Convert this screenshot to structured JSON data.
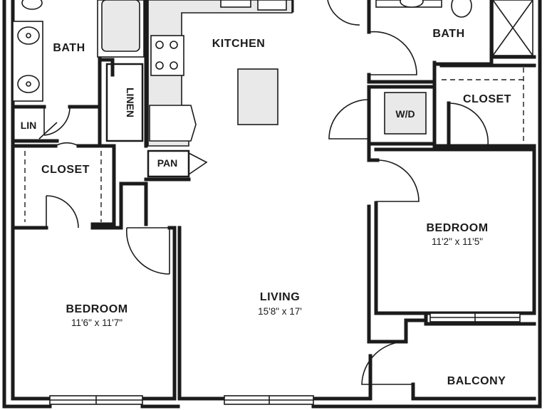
{
  "rooms": {
    "bath_left": "BATH",
    "bath_right": "BATH",
    "kitchen": "KITCHEN",
    "linen": "LINEN",
    "lin": "LIN",
    "pan": "PAN",
    "closet_left": "CLOSET",
    "closet_right": "CLOSET",
    "wd": "W/D",
    "bedroom_left": {
      "label": "BEDROOM",
      "dim": "11'6\" x 11'7\""
    },
    "living": {
      "label": "LIVING",
      "dim": "15'8\" x 17'"
    },
    "bedroom_right": {
      "label": "BEDROOM",
      "dim": "11'2\" x 11'5\""
    },
    "balcony": "BALCONY"
  }
}
